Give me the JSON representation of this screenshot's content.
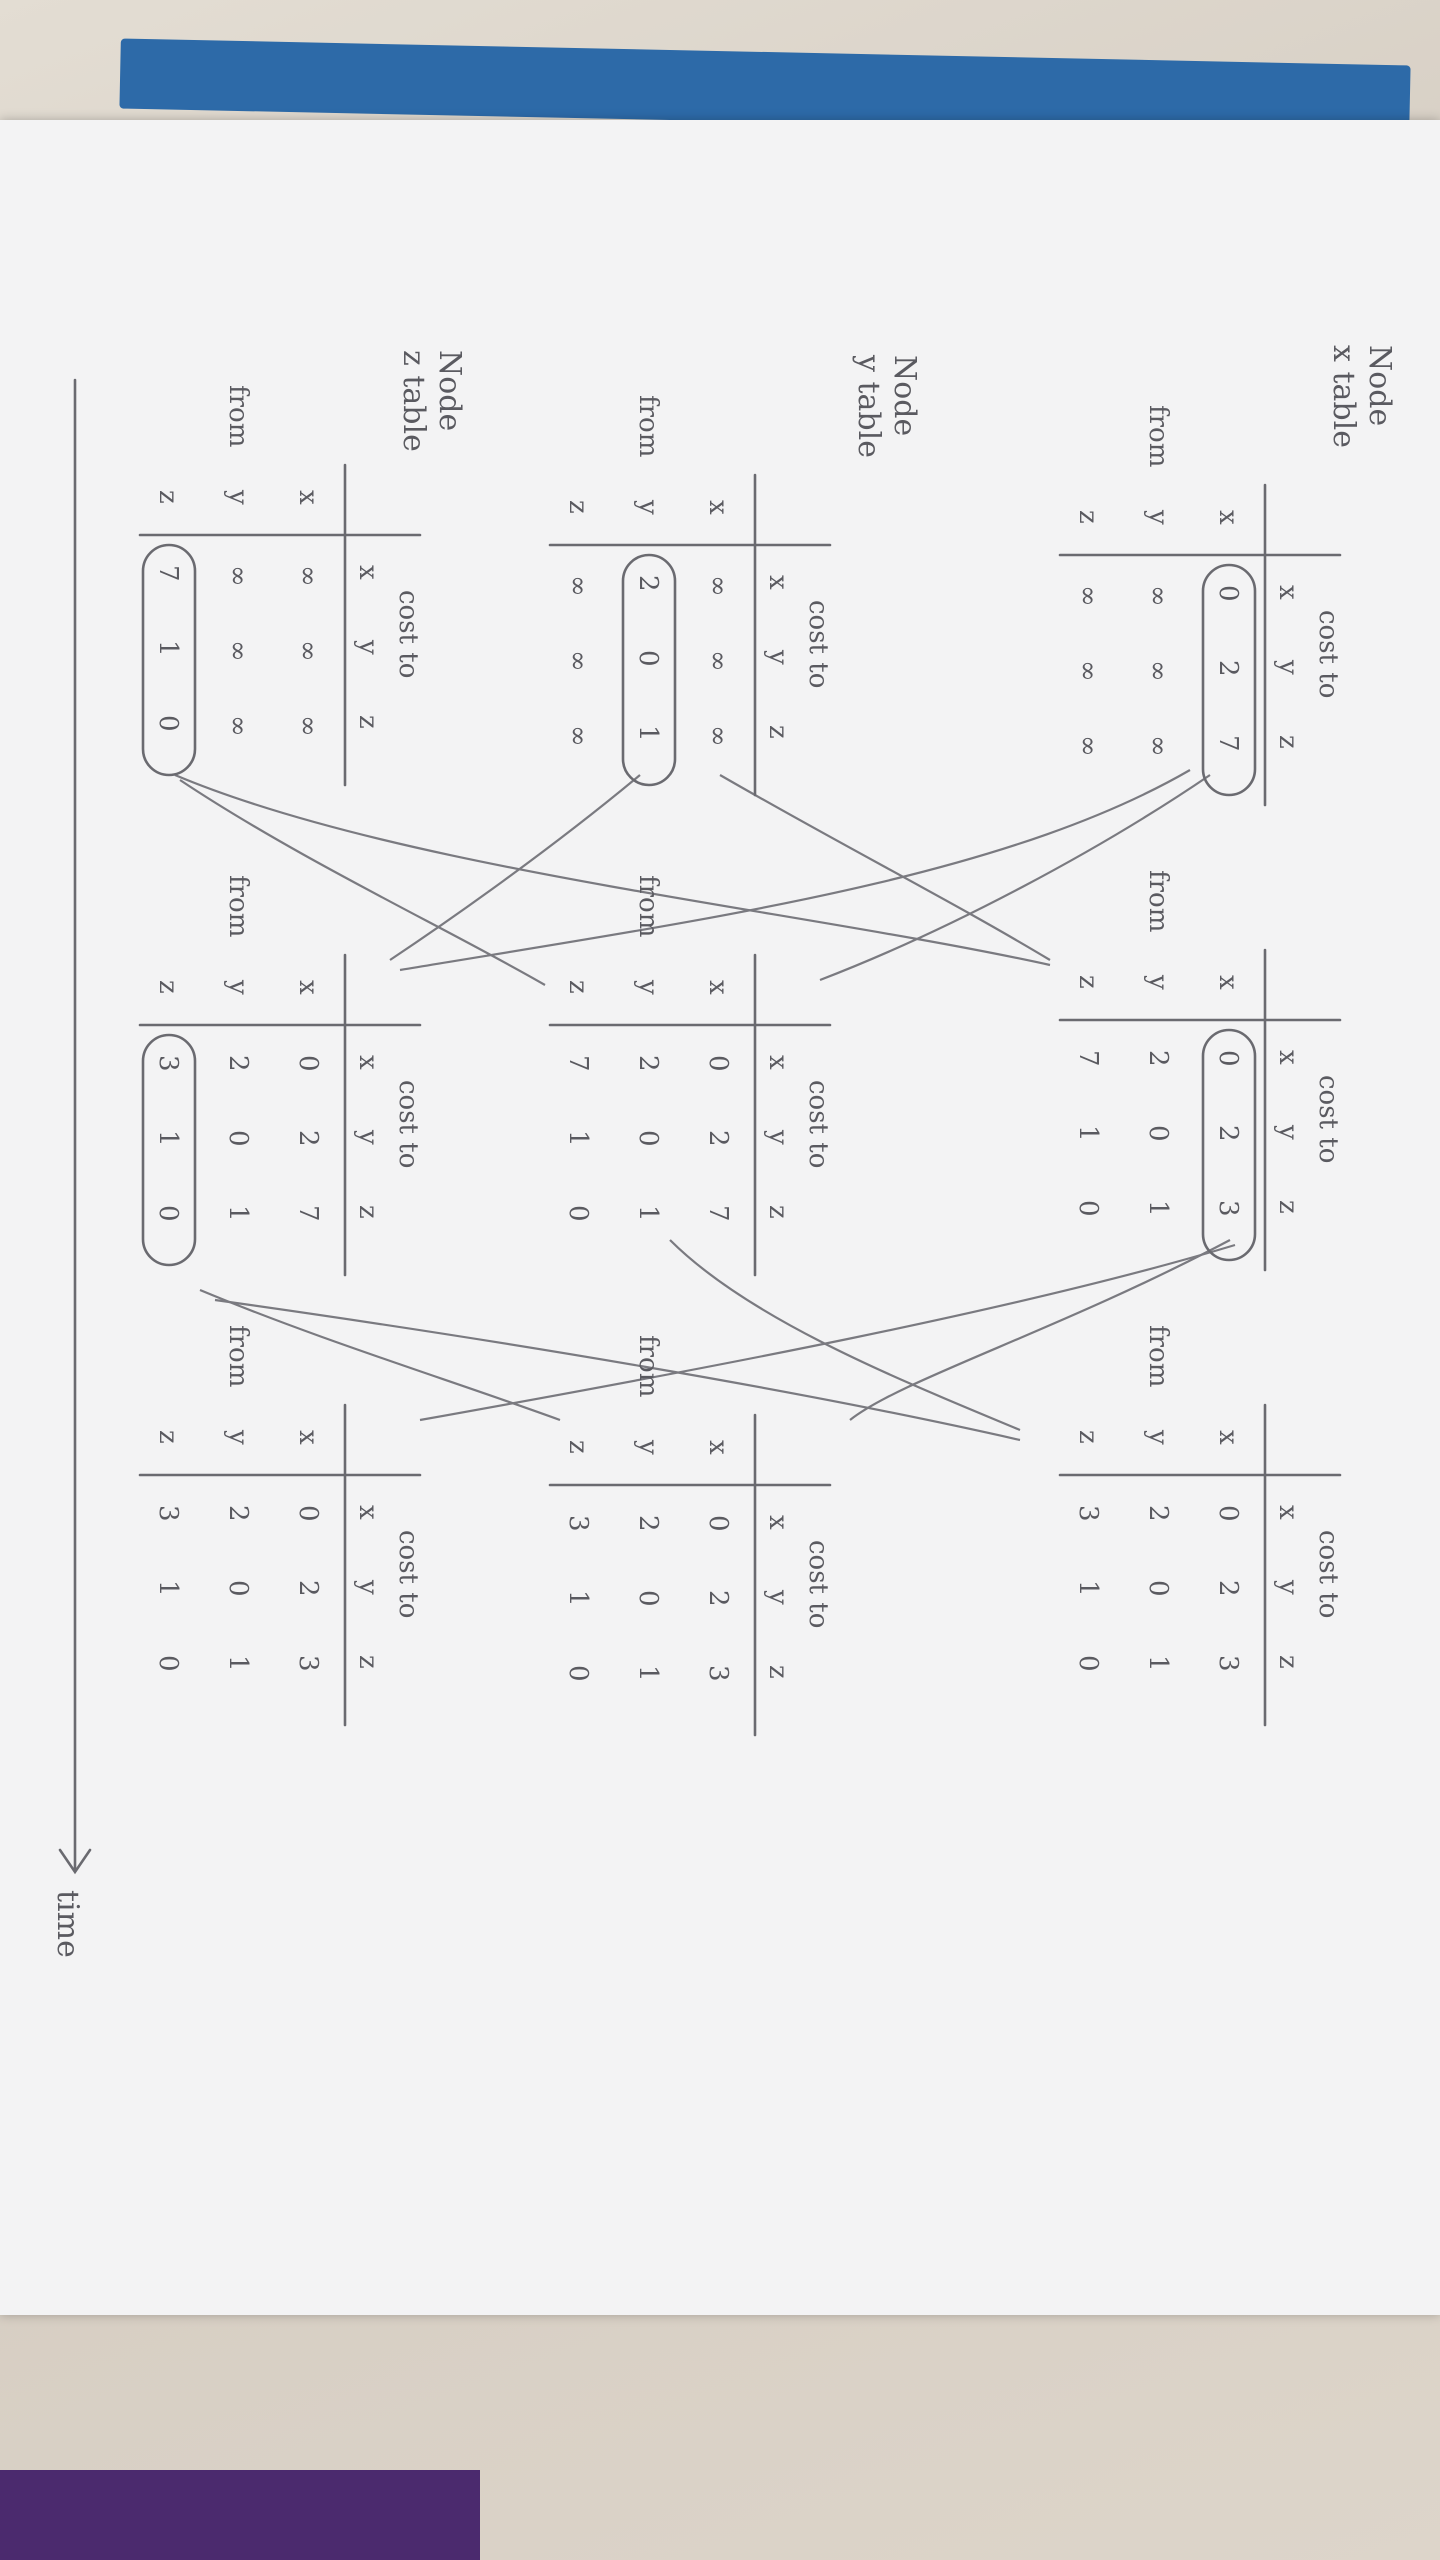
{
  "notes": {
    "node_x_label": [
      "Node",
      "x table"
    ],
    "node_y_label": [
      "Node",
      "y table"
    ],
    "node_z_label": [
      "Node",
      "z table"
    ],
    "time_label": "time"
  },
  "tables": [
    {
      "id": "x-t0",
      "header": "cost to",
      "cols": [
        "x",
        "y",
        "z"
      ],
      "from": "from",
      "rows": [
        [
          "x",
          "0",
          "2",
          "7"
        ],
        [
          "y",
          "∞",
          "∞",
          "∞"
        ],
        [
          "z",
          "∞",
          "∞",
          "∞"
        ]
      ]
    },
    {
      "id": "y-t0",
      "header": "cost to",
      "cols": [
        "x",
        "y",
        "z"
      ],
      "from": "from",
      "rows": [
        [
          "x",
          "∞",
          "∞",
          "∞"
        ],
        [
          "y",
          "2",
          "0",
          "1"
        ],
        [
          "z",
          "∞",
          "∞",
          "∞"
        ]
      ]
    },
    {
      "id": "z-t0",
      "header": "cost to",
      "cols": [
        "x",
        "y",
        "z"
      ],
      "from": "from",
      "rows": [
        [
          "x",
          "∞",
          "∞",
          "∞"
        ],
        [
          "y",
          "∞",
          "∞",
          "∞"
        ],
        [
          "z",
          "7",
          "1",
          "0"
        ]
      ]
    },
    {
      "id": "x-t1",
      "header": "cost to",
      "cols": [
        "x",
        "y",
        "z"
      ],
      "from": "from",
      "rows": [
        [
          "x",
          "0",
          "2",
          "3"
        ],
        [
          "y",
          "2",
          "0",
          "1"
        ],
        [
          "z",
          "7",
          "1",
          "0"
        ]
      ]
    },
    {
      "id": "y-t1",
      "header": "cost to",
      "cols": [
        "x",
        "y",
        "z"
      ],
      "from": "from",
      "rows": [
        [
          "x",
          "0",
          "2",
          "7"
        ],
        [
          "y",
          "2",
          "0",
          "1"
        ],
        [
          "z",
          "7",
          "1",
          "0"
        ]
      ]
    },
    {
      "id": "z-t1",
      "header": "cost to",
      "cols": [
        "x",
        "y",
        "z"
      ],
      "from": "from",
      "rows": [
        [
          "x",
          "0",
          "2",
          "7"
        ],
        [
          "y",
          "2",
          "0",
          "1"
        ],
        [
          "z",
          "3",
          "1",
          "0"
        ]
      ]
    },
    {
      "id": "x-t2",
      "header": "cost to",
      "cols": [
        "x",
        "y",
        "z"
      ],
      "from": "from",
      "rows": [
        [
          "x",
          "0",
          "2",
          "3"
        ],
        [
          "y",
          "2",
          "0",
          "1"
        ],
        [
          "z",
          "3",
          "1",
          "0"
        ]
      ]
    },
    {
      "id": "y-t2",
      "header": "cost to",
      "cols": [
        "x",
        "y",
        "z"
      ],
      "from": "from",
      "rows": [
        [
          "x",
          "0",
          "2",
          "3"
        ],
        [
          "y",
          "2",
          "0",
          "1"
        ],
        [
          "z",
          "3",
          "1",
          "0"
        ]
      ]
    },
    {
      "id": "z-t2",
      "header": "cost to",
      "cols": [
        "x",
        "y",
        "z"
      ],
      "from": "from",
      "rows": [
        [
          "x",
          "0",
          "2",
          "3"
        ],
        [
          "y",
          "2",
          "0",
          "1"
        ],
        [
          "z",
          "3",
          "1",
          "0"
        ]
      ]
    }
  ]
}
